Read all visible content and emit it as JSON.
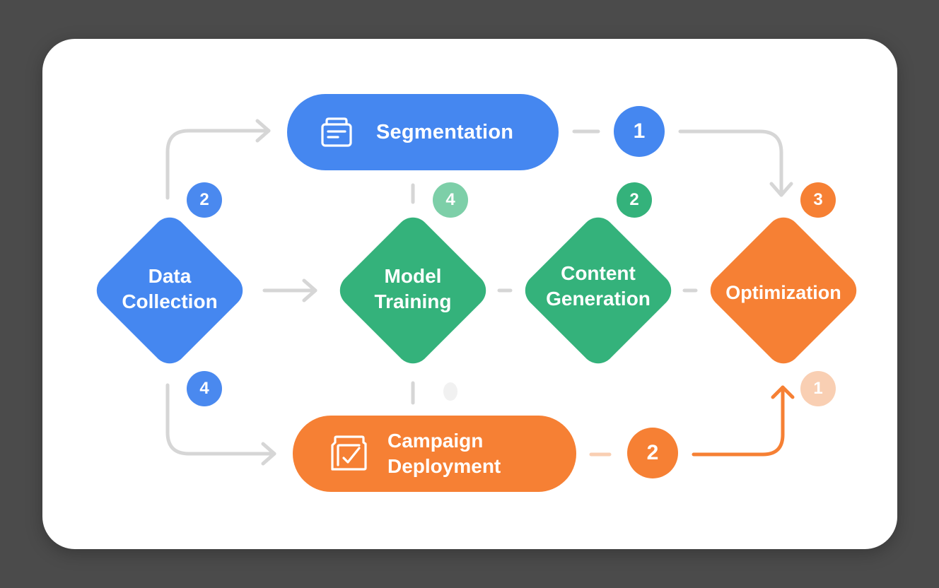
{
  "colors": {
    "background": "#4b4b4b",
    "card": "#ffffff",
    "blue": "#4587f0",
    "green": "#34b27b",
    "green_light": "#7dcfa8",
    "orange": "#f68034",
    "orange_light": "#f9cfb3",
    "connector_gray": "#d6d6d6"
  },
  "pills": {
    "segmentation": {
      "label": "Segmentation",
      "icon": "stacked-list-icon",
      "color": "blue"
    },
    "campaign": {
      "label": "Campaign\nDeployment",
      "icon": "checkbox-window-icon",
      "color": "orange"
    }
  },
  "diamonds": {
    "data_collection": {
      "label": "Data\nCollection",
      "color": "blue"
    },
    "model_training": {
      "label": "Model\nTraining",
      "color": "green"
    },
    "content_generation": {
      "label": "Content\nGeneration",
      "color": "green"
    },
    "optimization": {
      "label": "Optimization",
      "color": "orange"
    }
  },
  "badges": {
    "data_collection_top": "2",
    "data_collection_bottom": "4",
    "model_training_top": "4",
    "content_generation_top": "2",
    "optimization_top": "3",
    "optimization_bottom": "1",
    "segmentation_step": "1",
    "campaign_step": "2"
  }
}
